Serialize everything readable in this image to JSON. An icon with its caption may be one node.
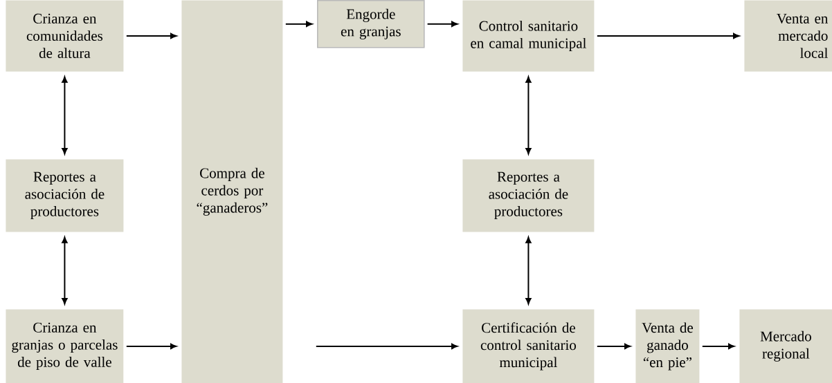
{
  "diagram": {
    "nodes": [
      {
        "text": [
          "Crianza en comunidades de altura"
        ]
      },
      {
        "text": [
          "Reportes a asociación de productores"
        ]
      },
      {
        "text": [
          "Crianza en granjas o parcelas de piso de valle"
        ]
      },
      {
        "text": [
          "Compra de cerdos por “ganaderos”"
        ]
      },
      {
        "text": [
          "Engorde en granjas"
        ]
      },
      {
        "text": [
          "Control sanitario en camal municipal"
        ]
      },
      {
        "text": [
          "Venta en mercado local"
        ]
      },
      {
        "text": [
          "Reportes a asociación de productores"
        ]
      },
      {
        "text": [
          "Certificación de control sanitario municipal"
        ]
      },
      {
        "text": [
          "Venta de ganado “en pie”"
        ]
      },
      {
        "text": [
          "Mercado regional"
        ]
      }
    ],
    "edges": [
      {
        "from": 0,
        "to": 3,
        "arrow": "to"
      },
      {
        "from": 0,
        "to": 1,
        "arrow": "both"
      },
      {
        "from": 1,
        "to": 2,
        "arrow": "both"
      },
      {
        "from": 2,
        "to": 3,
        "arrow": "to"
      },
      {
        "from": 3,
        "to": 4,
        "arrow": "to"
      },
      {
        "from": 4,
        "to": 5,
        "arrow": "to"
      },
      {
        "from": 5,
        "to": 6,
        "arrow": "to"
      },
      {
        "from": 5,
        "to": 7,
        "arrow": "both"
      },
      {
        "from": 7,
        "to": 8,
        "arrow": "both"
      },
      {
        "from": 3,
        "to": 8,
        "arrow": "to"
      },
      {
        "from": 8,
        "to": 9,
        "arrow": "to"
      },
      {
        "from": 9,
        "to": 10,
        "arrow": "to"
      }
    ]
  }
}
